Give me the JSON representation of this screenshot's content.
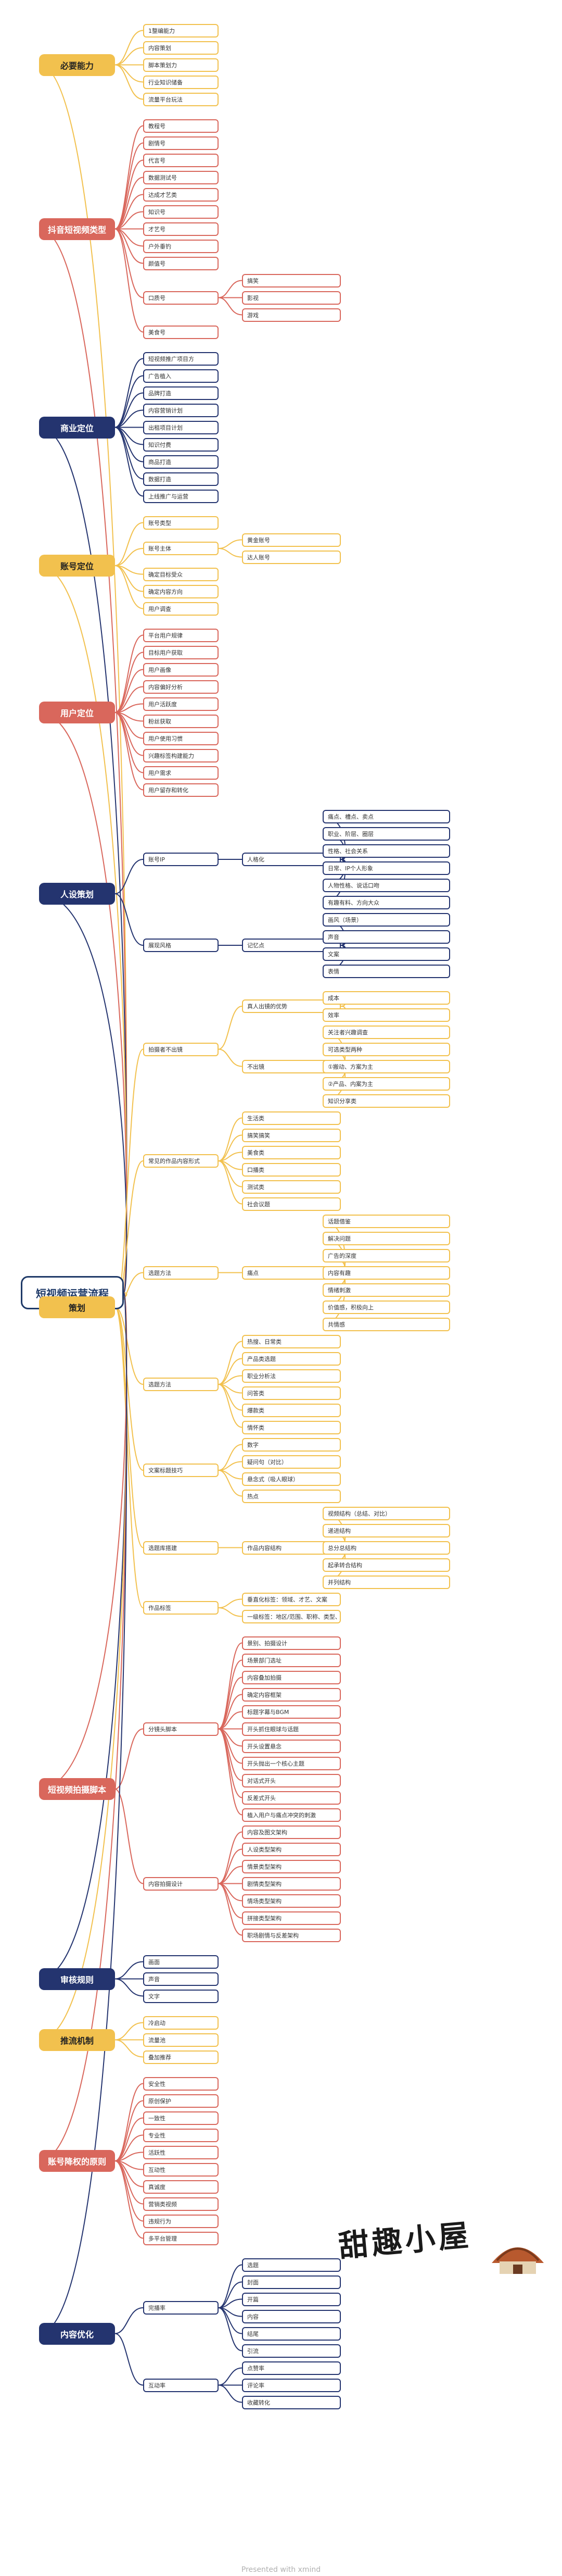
{
  "title": "短视频运营流程",
  "brand": {
    "logo_text": "甜趣小屋",
    "footer_text": "Presented with xmind"
  },
  "colors": {
    "navy": "#24346f",
    "yellow": "#f2c14e",
    "red": "#d9675c",
    "root_border": "#1f3a68"
  },
  "branches": [
    {
      "label": "必要能力",
      "color": "yellow",
      "children": [
        {
          "label": "1整编能力"
        },
        {
          "label": "内容策划"
        },
        {
          "label": "脚本策划力"
        },
        {
          "label": "行业知识储备"
        },
        {
          "label": "流量平台玩法"
        }
      ]
    },
    {
      "label": "抖音短视频类型",
      "color": "red",
      "children": [
        {
          "label": "教程号"
        },
        {
          "label": "剧情号"
        },
        {
          "label": "代言号"
        },
        {
          "label": "数据测试号"
        },
        {
          "label": "达成才艺类"
        },
        {
          "label": "知识号"
        },
        {
          "label": "才艺号"
        },
        {
          "label": "户外垂钓"
        },
        {
          "label": "颜值号"
        },
        {
          "label": "口质号",
          "children": [
            {
              "label": "搞笑"
            },
            {
              "label": "影视"
            },
            {
              "label": "游戏"
            }
          ]
        },
        {
          "label": "美食号"
        }
      ]
    },
    {
      "label": "商业定位",
      "color": "navy",
      "children": [
        {
          "label": "短视频推广项目方"
        },
        {
          "label": "广告植入"
        },
        {
          "label": "品牌打造"
        },
        {
          "label": "内容营销计划"
        },
        {
          "label": "出租项目计划"
        },
        {
          "label": "知识付费"
        },
        {
          "label": "商品打造"
        },
        {
          "label": "数据打造"
        },
        {
          "label": "上线推广与运营"
        }
      ]
    },
    {
      "label": "账号定位",
      "color": "yellow",
      "children": [
        {
          "label": "账号类型"
        },
        {
          "label": "账号主体",
          "children": [
            {
              "label": "黄金账号"
            },
            {
              "label": "达人账号"
            }
          ]
        },
        {
          "label": "确定目标受众"
        },
        {
          "label": "确定内容方向"
        },
        {
          "label": "用户调查"
        }
      ]
    },
    {
      "label": "用户定位",
      "color": "red",
      "children": [
        {
          "label": "平台用户规律"
        },
        {
          "label": "目标用户获取"
        },
        {
          "label": "用户画像"
        },
        {
          "label": "内容偏好分析"
        },
        {
          "label": "用户活跃度"
        },
        {
          "label": "粉丝获取"
        },
        {
          "label": "用户使用习惯"
        },
        {
          "label": "兴趣标签构建能力"
        },
        {
          "label": "用户需求"
        },
        {
          "label": "用户留存和转化"
        }
      ]
    },
    {
      "label": "人设策划",
      "color": "navy",
      "children": [
        {
          "label": "账号IP",
          "children": [
            {
              "label": "人格化",
              "children": [
                {
                  "label": "痛点、槽点、卖点"
                },
                {
                  "label": "职业、阶层、圈层"
                },
                {
                  "label": "性格、社会关系"
                },
                {
                  "label": "日常、IP个人形象"
                },
                {
                  "label": "人物性格、说话口吻"
                },
                {
                  "label": "有趣有料、方向大众"
                }
              ]
            }
          ]
        },
        {
          "label": "展现风格",
          "children": [
            {
              "label": "记忆点",
              "children": [
                {
                  "label": "画风（场景）"
                },
                {
                  "label": "声音"
                },
                {
                  "label": "文案"
                },
                {
                  "label": "表情"
                }
              ]
            }
          ]
        }
      ]
    },
    {
      "label": "策划",
      "color": "yellow",
      "children": [
        {
          "label": "拍摄者不出镜",
          "children": [
            {
              "label": "真人出镜的优势",
              "children": [
                {
                  "label": "成本"
                },
                {
                  "label": "效率"
                }
              ]
            },
            {
              "label": "不出镜",
              "children": [
                {
                  "label": "关注者兴趣调查"
                },
                {
                  "label": "可选类型两种"
                },
                {
                  "label": "①搬动、方案为主"
                },
                {
                  "label": "②产品、内案为主"
                },
                {
                  "label": "知识分享类"
                }
              ]
            }
          ]
        },
        {
          "label": "常见的作品内容形式",
          "children": [
            {
              "label": "生活类"
            },
            {
              "label": "搞笑搞笑"
            },
            {
              "label": "美食类"
            },
            {
              "label": "口播类"
            },
            {
              "label": "测试类"
            },
            {
              "label": "社会议题"
            }
          ]
        },
        {
          "label": "选题方法",
          "children": [
            {
              "label": "痛点",
              "children": [
                {
                  "label": "话题借鉴"
                },
                {
                  "label": "解决问题"
                },
                {
                  "label": "广告的深度"
                },
                {
                  "label": "内容有趣"
                },
                {
                  "label": "情绪刺激"
                },
                {
                  "label": "价值感，积极向上"
                },
                {
                  "label": "共情感"
                }
              ]
            }
          ]
        },
        {
          "label": "选题方法",
          "children": [
            {
              "label": "热搜、日常类"
            },
            {
              "label": "产品类选题"
            },
            {
              "label": "职业分析法"
            },
            {
              "label": "问答类"
            },
            {
              "label": "爆款类"
            },
            {
              "label": "情怀类"
            }
          ]
        },
        {
          "label": "文案标题技巧",
          "children": [
            {
              "label": "数字"
            },
            {
              "label": "疑问句（对比）"
            },
            {
              "label": "悬念式（吸人眼球）"
            },
            {
              "label": "热点"
            }
          ]
        },
        {
          "label": "选题库搭建",
          "children": [
            {
              "label": "作品内容结构",
              "children": [
                {
                  "label": "视频结构（总结、对比）"
                },
                {
                  "label": "递进结构"
                },
                {
                  "label": "总分总结构"
                },
                {
                  "label": "起承转合结构"
                },
                {
                  "label": "并列结构"
                }
              ]
            }
          ]
        },
        {
          "label": "作品标签",
          "children": [
            {
              "label": "垂直化标签：领域、才艺、文案"
            },
            {
              "label": "一级标签：地区/范围、职称、类型、类型"
            }
          ]
        }
      ]
    },
    {
      "label": "短视频拍摄脚本",
      "color": "red",
      "children": [
        {
          "label": "分镜头脚本",
          "children": [
            {
              "label": "景别、拍摄设计"
            },
            {
              "label": "场景部门选址"
            },
            {
              "label": "内容叠加拍摄"
            },
            {
              "label": "确定内容框架"
            },
            {
              "label": "标题字幕与BGM"
            },
            {
              "label": "开头抓住眼球与话题"
            },
            {
              "label": "开头设置悬念"
            },
            {
              "label": "开头抛出一个核心主题"
            },
            {
              "label": "对话式开头"
            },
            {
              "label": "反差式开头"
            },
            {
              "label": "植入用户与痛点冲突的刺激"
            }
          ]
        },
        {
          "label": "内容拍摄设计",
          "children": [
            {
              "label": "内容及图文架构"
            },
            {
              "label": "人设类型架构"
            },
            {
              "label": "情景类型架构"
            },
            {
              "label": "剧情类型架构"
            },
            {
              "label": "情场类型架构"
            },
            {
              "label": "拼接类型架构"
            },
            {
              "label": "职场剧情与反差架构"
            }
          ]
        }
      ]
    },
    {
      "label": "审核规则",
      "color": "navy",
      "children": [
        {
          "label": "画面"
        },
        {
          "label": "声音"
        },
        {
          "label": "文字"
        }
      ]
    },
    {
      "label": "推流机制",
      "color": "yellow",
      "children": [
        {
          "label": "冷启动"
        },
        {
          "label": "流量池"
        },
        {
          "label": "叠加推荐"
        }
      ]
    },
    {
      "label": "账号降权的原则",
      "color": "red",
      "children": [
        {
          "label": "安全性"
        },
        {
          "label": "原创保护"
        },
        {
          "label": "一致性"
        },
        {
          "label": "专业性"
        },
        {
          "label": "活跃性"
        },
        {
          "label": "互动性"
        },
        {
          "label": "真诚度"
        },
        {
          "label": "营销类视频"
        },
        {
          "label": "违规行为"
        },
        {
          "label": "多平台管理"
        }
      ]
    },
    {
      "label": "内容优化",
      "color": "navy",
      "children": [
        {
          "label": "完播率",
          "children": [
            {
              "label": "选题"
            },
            {
              "label": "封面"
            },
            {
              "label": "开篇"
            },
            {
              "label": "内容"
            },
            {
              "label": "结尾"
            },
            {
              "label": "引流"
            }
          ]
        },
        {
          "label": "互动率",
          "children": [
            {
              "label": "点赞率"
            },
            {
              "label": "评论率"
            },
            {
              "label": "收藏转化"
            }
          ]
        }
      ]
    }
  ]
}
